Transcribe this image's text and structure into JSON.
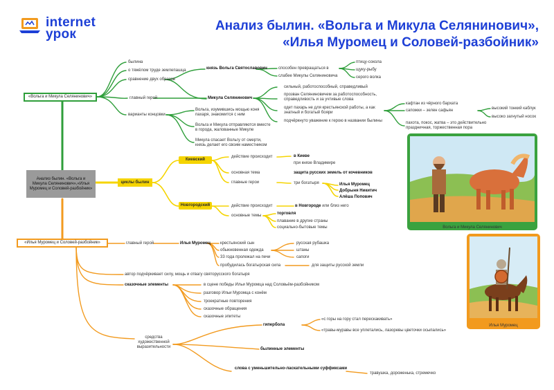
{
  "logo": {
    "line1": "internet",
    "line2": "урок"
  },
  "title": {
    "line1": "Анализ былин. «Вольга и Микула Селянинович»,",
    "line2": "«Илья Муромец и Соловей-разбойник»"
  },
  "center_box": "Анализ былин. «Вольга и Микула Селянинович»,«Илья Муромец и Соловей-разбойник»",
  "colors": {
    "green": "#2e9e3a",
    "yellow": "#f5d400",
    "orange": "#f29a1e",
    "title": "#1d3fd6"
  },
  "green": {
    "box": "«Вольга и Микула Селянинович»",
    "bylina": "былина",
    "about_labor": "о тяжёлом труде землепашца",
    "comparison": "сравнение двух образов",
    "main_hero": "главный герой",
    "endings": "варианты концовки",
    "volga": "князь Вольга Святославович",
    "able_to_turn": "способен превращаться в",
    "weaker": "слабее Микулы Селяниновича",
    "falcon": "птицу-сокола",
    "pike": "щуку-рыбу",
    "wolf": "серого волка",
    "mikula": "Микула Селянинович",
    "strong": "сильный, работоспособный, справедливый",
    "nicknamed": "прозван Селяниновичем за работоспособность, справедливость и за учтивые слова",
    "dressed": "одет пахарь не для крестьянской работы, а как знатный и богатый бояри",
    "respect": "подчёркнуто уважение к герою в названии былины",
    "caftan": "кафтан из чёрного бархата",
    "boots": "сапожки – зелен сафьян",
    "heel": "высокий тонкий каблук",
    "toe": "высоко загнутый носок",
    "plowing": "пахота, покос, жатва – это действительно праздничная, торжественная пора",
    "end1": "Вольга, изумившись мощью коня пахаря, знакомится с ним",
    "end2": "Вольга и Микула отправляются вместе в города, жалованные Микуле",
    "end3": "Микула спасает Вольгу от смерти, князь делает его своим наместником",
    "pic_caption": "Вольга и Микула Селянинович"
  },
  "yellow": {
    "cycles": "циклы былин",
    "kiev": "Киевский",
    "action_place": "действие происходит",
    "in_kiev": "в Киеве",
    "at_vladimir": "при князе Владимире",
    "main_theme": "основная тема",
    "protection": "защита русских земель от кочевников",
    "main_heroes": "главные герои",
    "three": "три богатыря",
    "ilya": "Илья Муромец",
    "dobrynya": "Добрыня Никитич",
    "alesha": "Алёша Попович",
    "novgorod": "Новгородский",
    "action_place2": "действие происходит",
    "in_novgorod": "в Новгороде",
    "or_near": "или близ него",
    "main_themes": "основные темы",
    "trade": "торговля",
    "voyage": "плавание в другие страны",
    "social": "социально-бытовые темы"
  },
  "orange": {
    "box": "«Илья Муромец и Соловей-разбойник»",
    "main_hero": "главный герой",
    "ilya": "Илья Муромец",
    "peasant": "крестьянский сын",
    "clothes": "обыкновенная одежда",
    "years": "33 года пролежал на печи",
    "awake": "пробудилась богатырская сила",
    "shirt": "русская рубашка",
    "pants": "штаны",
    "boots": "сапоги",
    "defend": "для защиты русской земли",
    "author": "автор подчёркивает силу, мощь и отвагу святорусского богатыря",
    "fairy": "сказочные элементы",
    "f1": "в сцене победы Ильи Муромца над Соловьём-разбойником",
    "f2": "разговор Ильи Муромца с конём",
    "f3": "троекратные повторения",
    "f4": "сказочные обращения",
    "f5": "сказочные эпитеты",
    "means": "средства художественной выразительности",
    "hyperbole": "гипербола",
    "h1": "«с горы на гору стал перескакивать»",
    "h2": "«травы-муравы все уплетались, лазоревы цветочки осыпались»",
    "epic": "былинные элементы",
    "diminutive": "слова с уменьшительно-ласкательными суффиксами",
    "dim_words": "травушка, дороженька, стремечко",
    "pic_caption": "Илья Муромец"
  }
}
